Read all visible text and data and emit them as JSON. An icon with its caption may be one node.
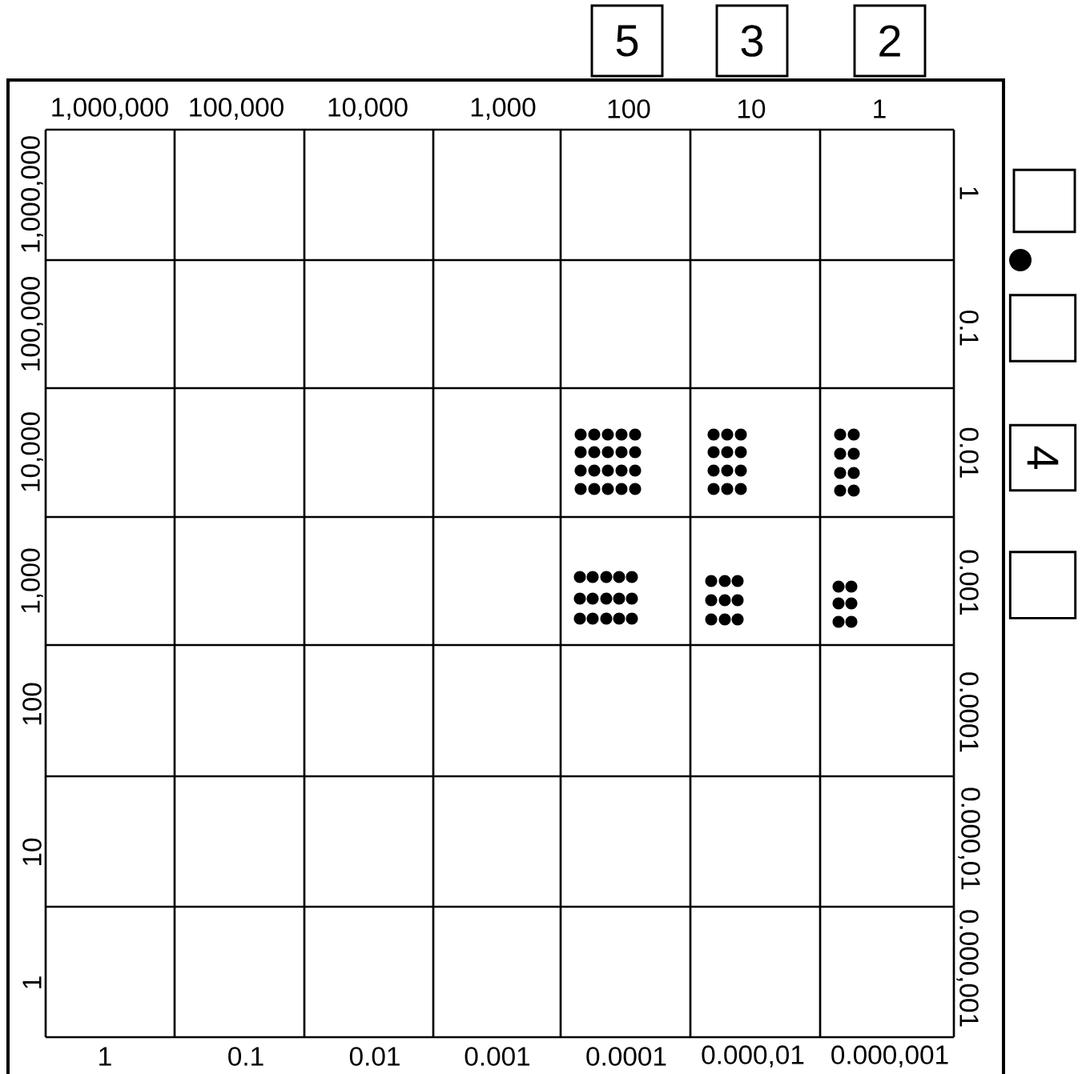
{
  "diagram": {
    "nodes": [
      {
        "text": [
          "5"
        ]
      },
      {
        "text": [
          "3"
        ]
      },
      {
        "text": [
          "2"
        ]
      },
      {
        "text": [],
        "shape": "box"
      },
      {
        "text": [],
        "shape": "box"
      },
      {
        "text": [
          "4"
        ]
      },
      {
        "text": [],
        "shape": "box"
      }
    ],
    "labels": [
      "1,000,000",
      "100,000",
      "10,000",
      "1,000",
      "100",
      "10",
      "1",
      "1,000,000",
      "100,000",
      "10,000",
      "1,000",
      "100",
      "10",
      "1",
      "1",
      "0.1",
      "0.01",
      "0.001",
      "0.0001",
      "0.000,01",
      "0.000,001",
      "1",
      "0.1",
      "0.01",
      "0.001",
      "0.0001",
      "0.000,01",
      "0.000,001"
    ]
  }
}
